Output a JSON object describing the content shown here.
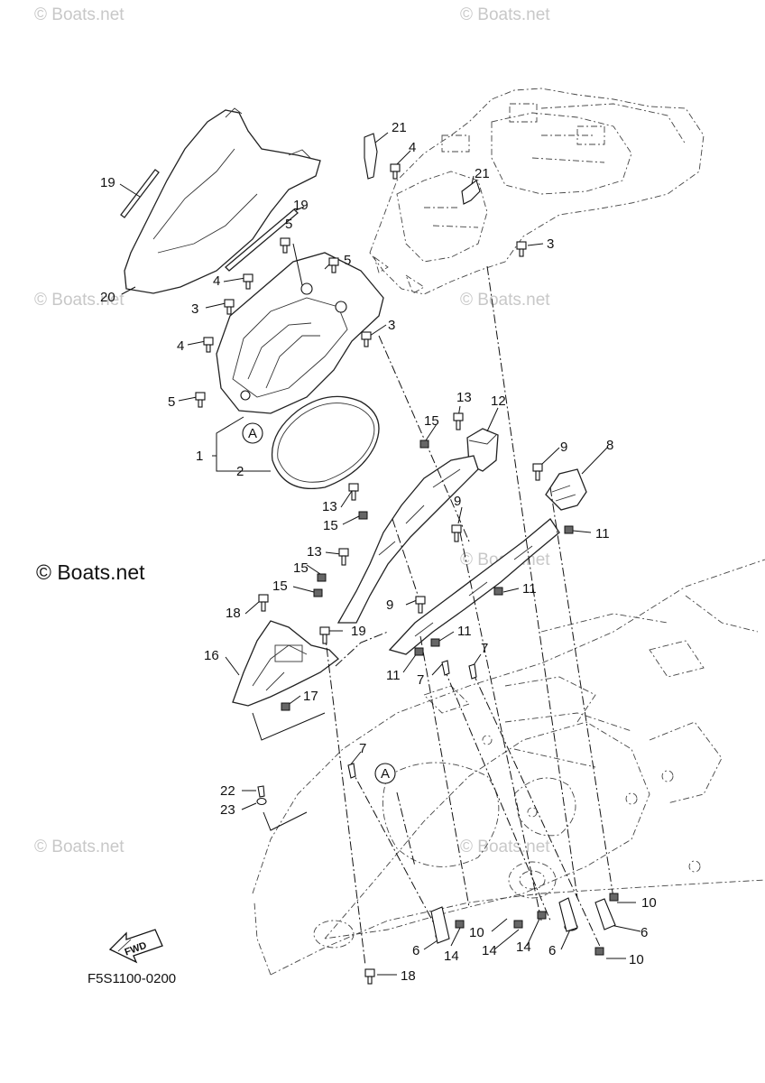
{
  "watermarks": {
    "top_left": "© Boats.net",
    "top_right": "© Boats.net",
    "mid_left": "© Boats.net",
    "mid_right": "© Boats.net",
    "center_left": "© Boats.net",
    "center_right": "© Boats.net",
    "lower_left": "© Boats.net",
    "lower_right": "© Boats.net"
  },
  "diagram_code": "F5S1100-0200",
  "fwd_label": "FWD",
  "reference_marker": "A",
  "callouts": {
    "p1": "1",
    "p2": "2",
    "p3a": "3",
    "p3b": "3",
    "p3c": "3",
    "p4a": "4",
    "p4b": "4",
    "p4c": "4",
    "p5a": "5",
    "p5b": "5",
    "p5c": "5",
    "p6a": "6",
    "p6b": "6",
    "p6c": "6",
    "p7a": "7",
    "p7b": "7",
    "p7c": "7",
    "p8": "8",
    "p9a": "9",
    "p9b": "9",
    "p9c": "9",
    "p10a": "10",
    "p10b": "10",
    "p10c": "10",
    "p11a": "11",
    "p11b": "11",
    "p11c": "11",
    "p11d": "11",
    "p12": "12",
    "p13a": "13",
    "p13b": "13",
    "p13c": "13",
    "p14a": "14",
    "p14b": "14",
    "p14c": "14",
    "p15a": "15",
    "p15b": "15",
    "p15c": "15",
    "p15d": "15",
    "p16": "16",
    "p17": "17",
    "p18a": "18",
    "p18b": "18",
    "p19a": "19",
    "p19b": "19",
    "p19c": "19",
    "p20": "20",
    "p21a": "21",
    "p21b": "21",
    "p22": "22",
    "p23": "23"
  }
}
